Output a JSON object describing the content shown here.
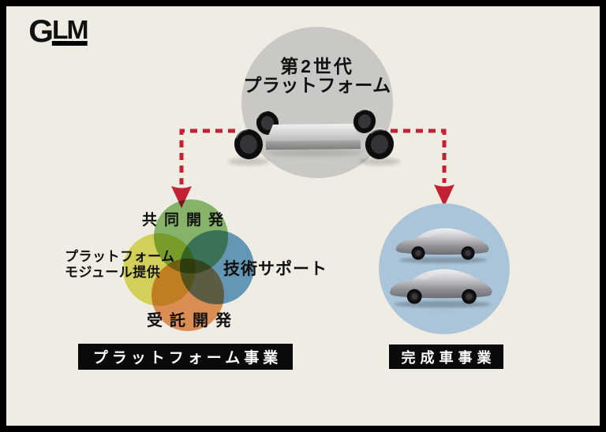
{
  "colors": {
    "background": "#efede3",
    "border": "#000000",
    "top_circle": "#cac8c4",
    "arrow_red": "#c22233",
    "venn_green": "#8fc077",
    "venn_yellow": "#e2e065",
    "venn_blue": "#6ba3cb",
    "venn_orange": "#e9995e",
    "right_circle": "#aac5da",
    "label_box_bg": "#0a0a0a",
    "label_box_text": "#ffffff"
  },
  "logo": {
    "g": "G",
    "lm": "LM"
  },
  "top_platform": {
    "title_line1": "第2世代",
    "title_line2": "プラットフォーム",
    "illustration": "chassis-platform-with-four-wheels"
  },
  "venn": {
    "top": "共同開発",
    "left_line1": "プラットフォーム",
    "left_line2": "モジュール提供",
    "right": "技術サポート",
    "bottom": "受託開発"
  },
  "right_section": {
    "illustration": "two-silver-concept-cars"
  },
  "business_labels": {
    "platform": "プラットフォーム事業",
    "finished_car": "完成車事業"
  }
}
